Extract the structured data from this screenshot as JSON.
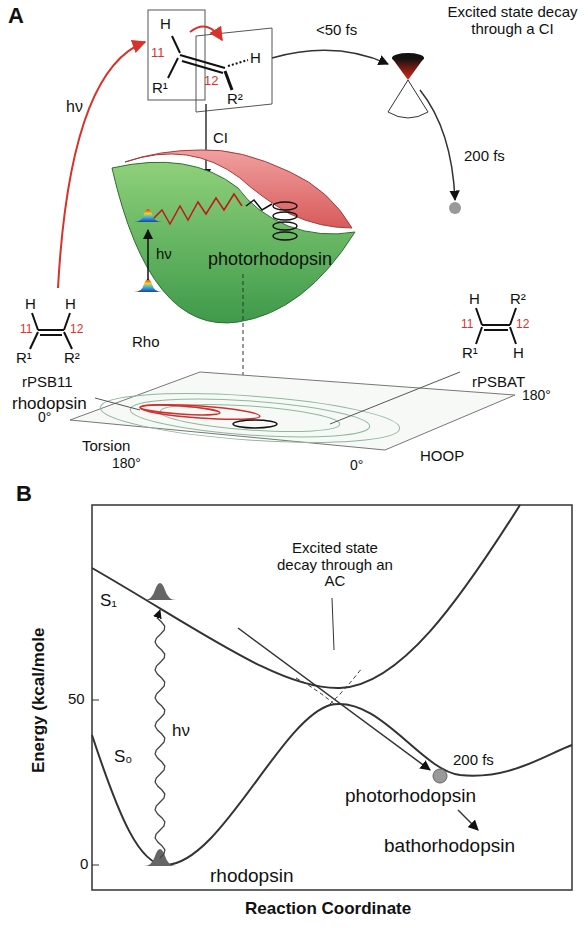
{
  "diagram": {
    "labels": [
      "A",
      "H",
      "11",
      "R¹",
      "H",
      "12",
      "R²",
      "Excited state decay through a CI",
      "<50 fs",
      "200 fs",
      "hν",
      "CI",
      "hν",
      "photorhodopsin",
      "Rho",
      "H",
      "H",
      "11",
      "12",
      "R¹",
      "R²",
      "rPSB11",
      "rhodopsin",
      "H",
      "R²",
      "11",
      "12",
      "R¹",
      "H",
      "rPSBAT",
      "0°",
      "Torsion",
      "180°",
      "180°",
      "HOOP",
      "0°",
      "B",
      "Energy (kcal/mole",
      "50",
      "0",
      "S₁",
      "S₀",
      "hν",
      "Excited state decay through an AC",
      "200 fs",
      "photorhodopsin",
      "bathorhodopsin",
      "rhodopsin",
      "Reaction Coordinate"
    ]
  }
}
